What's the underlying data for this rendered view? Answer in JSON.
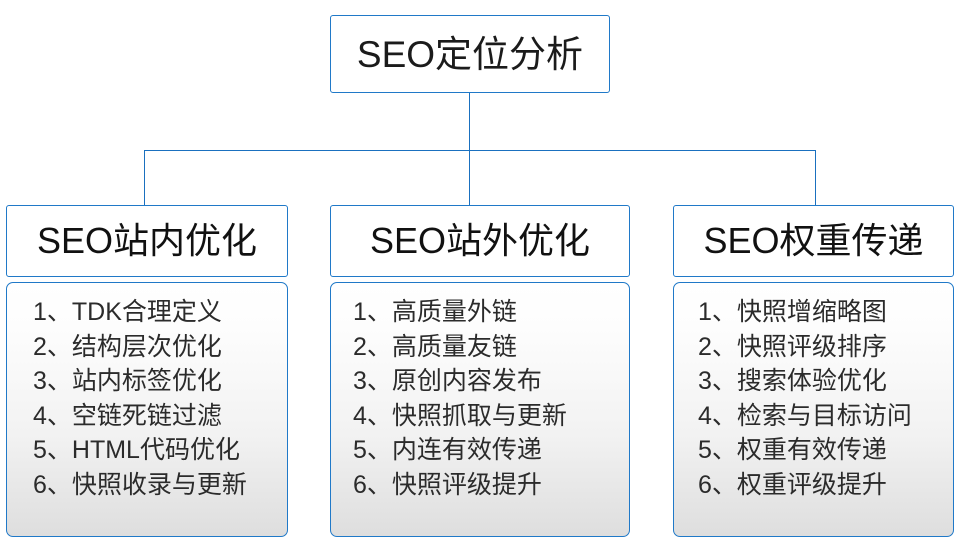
{
  "diagram": {
    "type": "org-chart",
    "title": "SEO定位分析",
    "accent_color": "#2079c8",
    "line_color": "#1a70bf",
    "root": {
      "label": "SEO定位分析"
    },
    "branches": [
      {
        "header": "SEO站内优化",
        "items": [
          "1、TDK合理定义",
          "2、结构层次优化",
          "3、站内标签优化",
          "4、空链死链过滤",
          "5、HTML代码优化",
          "6、快照收录与更新"
        ]
      },
      {
        "header": "SEO站外优化",
        "items": [
          "1、高质量外链",
          "2、高质量友链",
          "3、原创内容发布",
          "4、快照抓取与更新",
          "5、内连有效传递",
          "6、快照评级提升"
        ]
      },
      {
        "header": "SEO权重传递",
        "items": [
          "1、快照增缩略图",
          "2、快照评级排序",
          "3、搜索体验优化",
          "4、检索与目标访问",
          "5、权重有效传递",
          "6、权重评级提升"
        ]
      }
    ]
  }
}
